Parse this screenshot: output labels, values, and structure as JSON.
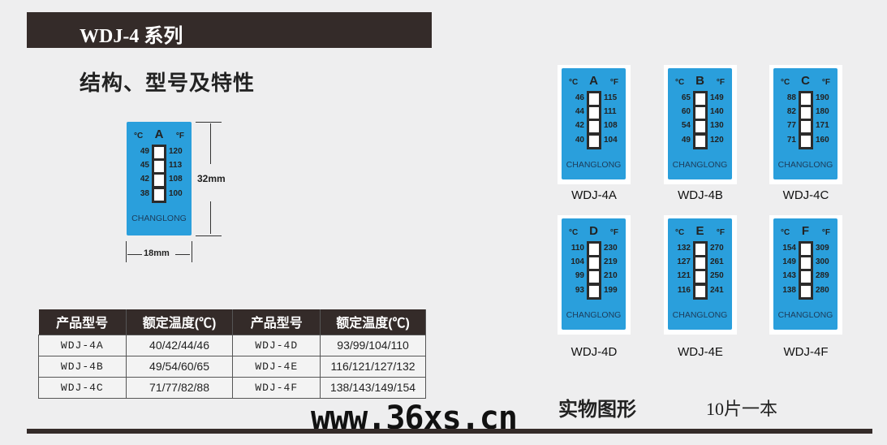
{
  "header": {
    "title": "WDJ-4 系列",
    "subtitle": "结构、型号及特性"
  },
  "diagram": {
    "letter": "A",
    "c_unit": "°C",
    "f_unit": "°F",
    "c": [
      "49",
      "45",
      "42",
      "38"
    ],
    "f": [
      "120",
      "113",
      "108",
      "100"
    ],
    "brand": "CHANGLONG",
    "height": "32mm",
    "width": "18mm"
  },
  "table": {
    "headers": [
      "产品型号",
      "额定温度(℃)",
      "产品型号",
      "额定温度(℃)"
    ],
    "rows": [
      [
        "WDJ-4A",
        "40/42/44/46",
        "WDJ-4D",
        "93/99/104/110"
      ],
      [
        "WDJ-4B",
        "49/54/60/65",
        "WDJ-4E",
        "116/121/127/132"
      ],
      [
        "WDJ-4C",
        "71/77/82/88",
        "WDJ-4F",
        "138/143/149/154"
      ]
    ]
  },
  "cards": [
    {
      "name": "WDJ-4A",
      "letter": "A",
      "c": [
        "46",
        "44",
        "42",
        "40"
      ],
      "f": [
        "115",
        "111",
        "108",
        "104"
      ]
    },
    {
      "name": "WDJ-4B",
      "letter": "B",
      "c": [
        "65",
        "60",
        "54",
        "49"
      ],
      "f": [
        "149",
        "140",
        "130",
        "120"
      ]
    },
    {
      "name": "WDJ-4C",
      "letter": "C",
      "c": [
        "88",
        "82",
        "77",
        "71"
      ],
      "f": [
        "190",
        "180",
        "171",
        "160"
      ]
    },
    {
      "name": "WDJ-4D",
      "letter": "D",
      "c": [
        "110",
        "104",
        "99",
        "93"
      ],
      "f": [
        "230",
        "219",
        "210",
        "199"
      ]
    },
    {
      "name": "WDJ-4E",
      "letter": "E",
      "c": [
        "132",
        "127",
        "121",
        "116"
      ],
      "f": [
        "270",
        "261",
        "250",
        "241"
      ]
    },
    {
      "name": "WDJ-4F",
      "letter": "F",
      "c": [
        "154",
        "149",
        "143",
        "138"
      ],
      "f": [
        "309",
        "300",
        "289",
        "280"
      ]
    }
  ],
  "card_units": {
    "c": "°C",
    "f": "°F",
    "brand": "CHANGLONG"
  },
  "footer": {
    "caption": "实物图形",
    "pack": "10片一本",
    "watermark": "www.36xs.cn"
  }
}
